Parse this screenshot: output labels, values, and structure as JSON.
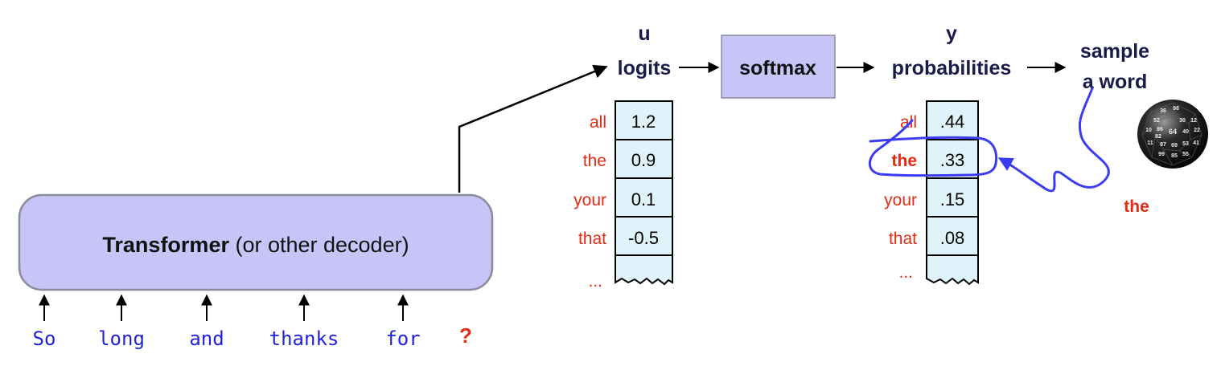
{
  "transformer": {
    "bold": "Transformer",
    "rest": " (or other decoder)"
  },
  "input_tokens": [
    "So",
    "long",
    "and",
    "thanks",
    "for"
  ],
  "next_token_placeholder": "?",
  "logits": {
    "symbol": "u",
    "label": "logits"
  },
  "softmax": {
    "label": "softmax"
  },
  "probabilities": {
    "symbol": "y",
    "label": "probabilities"
  },
  "sample": {
    "line1": "sample",
    "line2": "a word"
  },
  "vocab_words": [
    "all",
    "the",
    "your",
    "that"
  ],
  "ellipsis": "...",
  "logit_values": [
    "1.2",
    "0.9",
    "0.1",
    "-0.5"
  ],
  "prob_values": [
    ".44",
    ".33",
    ".15",
    ".08"
  ],
  "sampled_word": "the",
  "die_numbers": [
    "36",
    "98",
    "52",
    "30",
    "12",
    "86",
    "10",
    "82",
    "64",
    "40",
    "22",
    "11",
    "87",
    "69",
    "53",
    "41",
    "99",
    "85",
    "55"
  ],
  "colors": {
    "box_fill": "#c7c4f8",
    "box_stroke": "#8b8b99",
    "cell_fill": "#dff3fb",
    "vocab_red": "#e52b14",
    "token_blue": "#2222dd",
    "title_navy": "#1b1b4b",
    "annotation_blue": "#3b3bf2"
  }
}
